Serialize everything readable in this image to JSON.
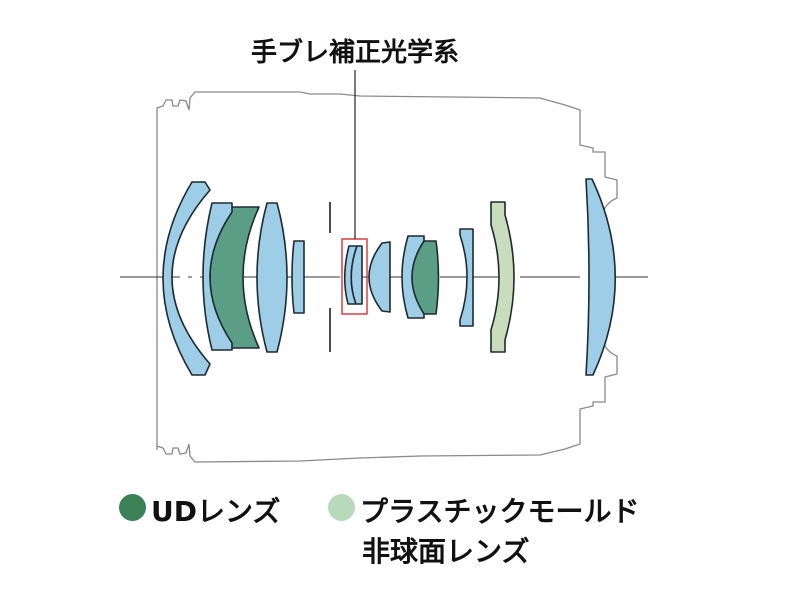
{
  "title": "手ブレ補正光学系",
  "colors": {
    "standard_lens": "#9ecde8",
    "ud_lens": "#5b9e86",
    "plastic_aspherical_lens": "#c9dcbc",
    "ud_legend": "#3b8157",
    "plastic_legend": "#b9d9bd",
    "is_group_box": "#d0343c",
    "housing": "#888888"
  },
  "legend": [
    {
      "label": "UDレンズ"
    },
    {
      "label_line1": "プラスチックモールド",
      "label_line2": "非球面レンズ"
    }
  ]
}
